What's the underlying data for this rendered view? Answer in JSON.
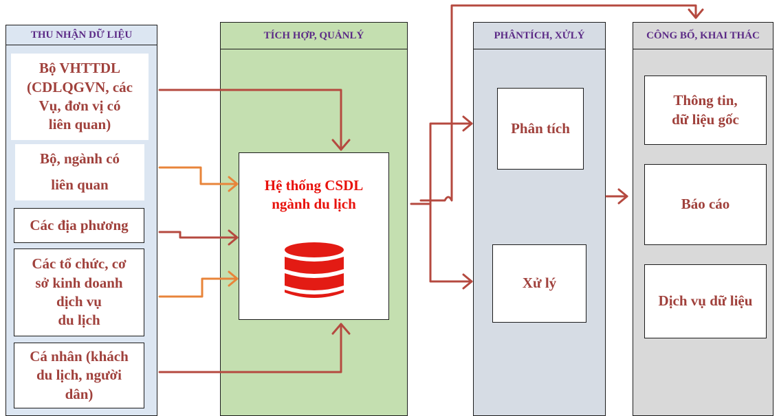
{
  "columns": {
    "acquisition": "THU NHẬN DỮ LIỆU",
    "integration": "TÍCH HỢP, QUẢNLÝ",
    "analysis": "PHÂNTÍCH, XỬLÝ",
    "publishing": "CÔNG BỐ, KHAI THÁC"
  },
  "sources": {
    "s1": [
      "Bộ VHTTDL",
      "(CDLQGVN, các",
      "Vụ, đơn vị có",
      "liên quan)"
    ],
    "s2": [
      "Bộ, ngành có",
      "liên quan"
    ],
    "s3": "Các địa phương",
    "s4": [
      "Các tổ chức, cơ",
      "sở kinh doanh",
      "dịch vụ",
      "du lịch"
    ],
    "s5": [
      "Cá nhân (khách",
      "du lịch, người",
      "dân)"
    ]
  },
  "central": [
    "Hệ thống CSDL",
    "ngành du lịch"
  ],
  "central_icon": "database-icon",
  "processing": {
    "analysis": "Phân tích",
    "process": "Xử lý"
  },
  "outputs": {
    "o1": [
      "Thông tin,",
      "dữ liệu gốc"
    ],
    "o2": "Báo cáo",
    "o3": "Dịch vụ dữ liệu"
  },
  "colors": {
    "arrow_main": "#b5493f",
    "arrow_orange": "#e8843a",
    "central_text": "#e8120c",
    "label_text": "#a0413c",
    "header_text": "#5b2a86"
  }
}
